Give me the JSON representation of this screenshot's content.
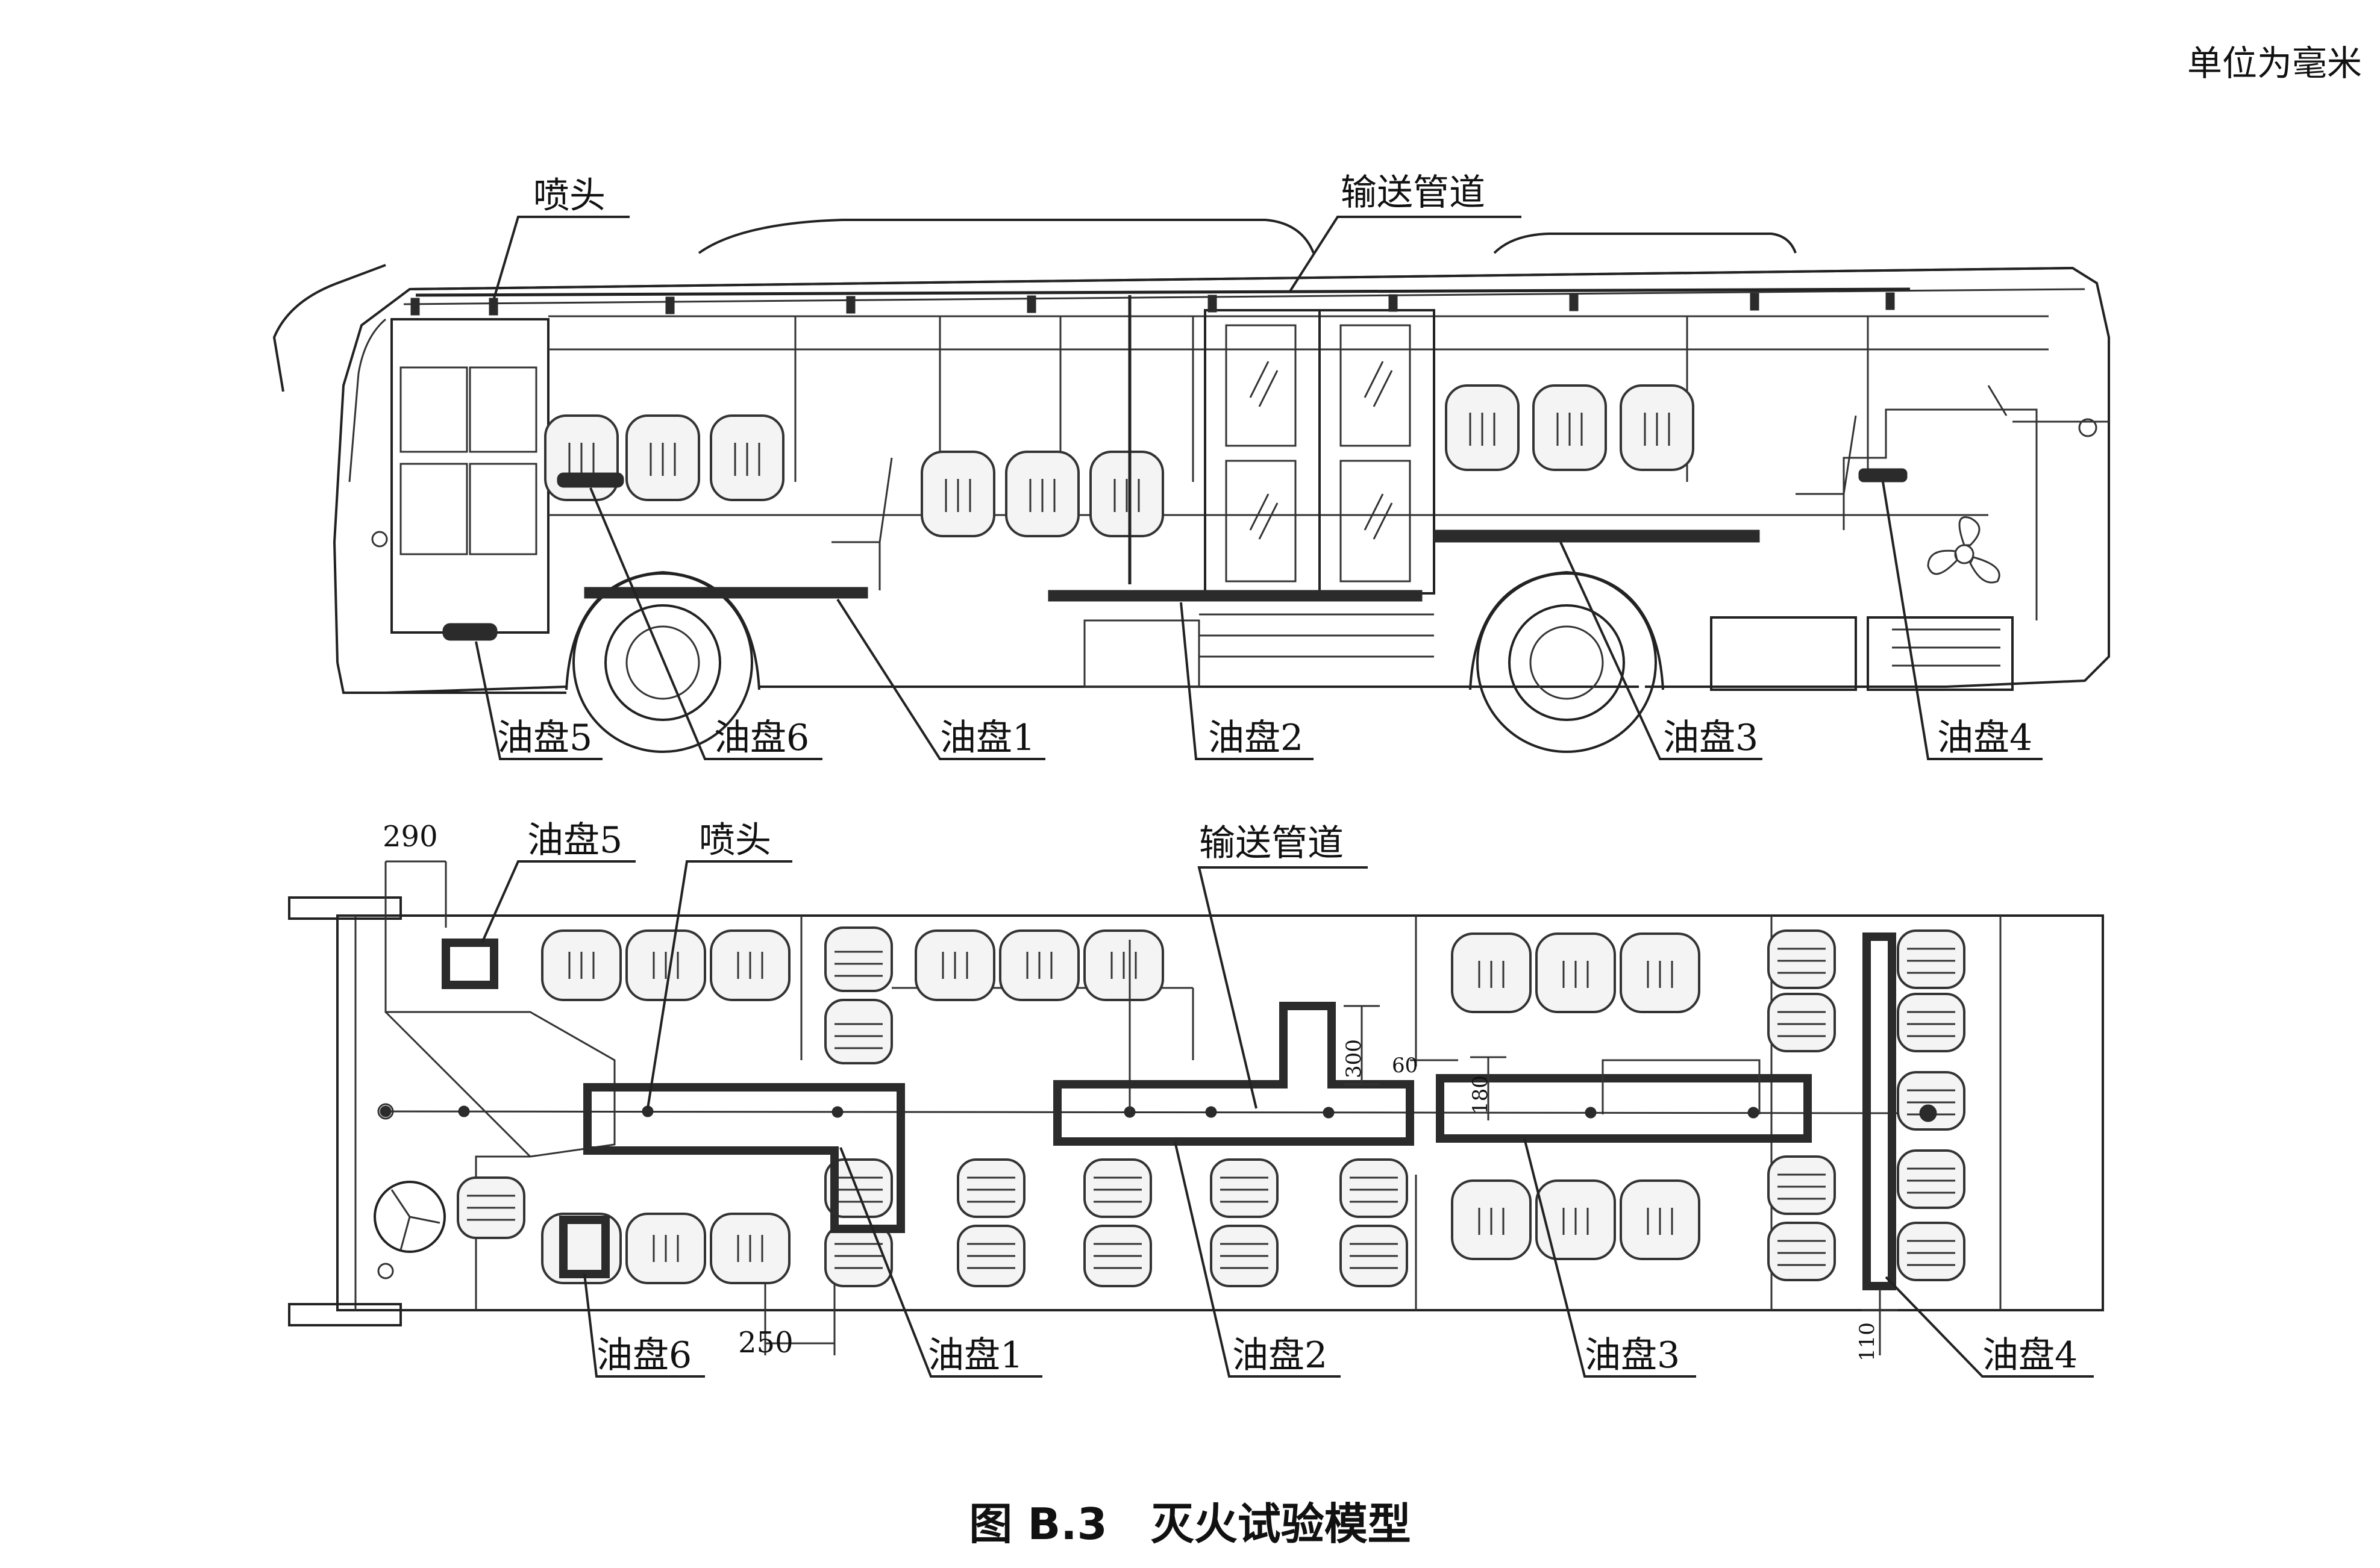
{
  "unit_note": "单位为毫米",
  "caption": "图 B.3　灭火试验模型",
  "side_view": {
    "nozzle_label": "喷头",
    "pipe_label": "输送管道",
    "pan_labels": [
      "油盘5",
      "油盘6",
      "油盘1",
      "油盘2",
      "油盘3",
      "油盘4"
    ]
  },
  "top_view": {
    "pan5_label": "油盘5",
    "nozzle_label": "喷头",
    "pipe_label": "输送管道",
    "pan_labels_bottom": [
      "油盘6",
      "油盘1",
      "油盘2",
      "油盘3",
      "油盘4"
    ],
    "dimensions": {
      "d290": "290",
      "d300": "300",
      "d60": "60",
      "d180": "180",
      "d250": "250",
      "d110": "110"
    }
  }
}
